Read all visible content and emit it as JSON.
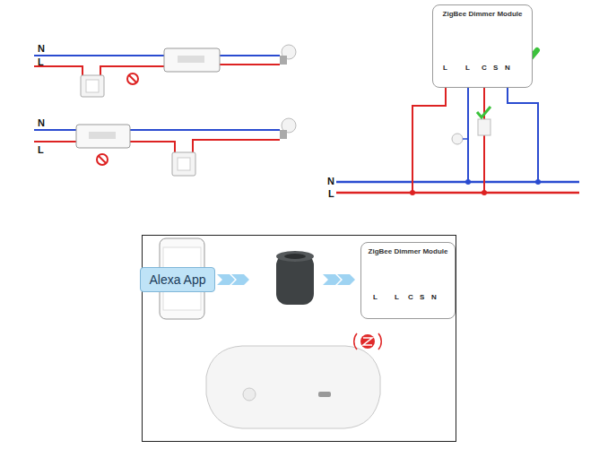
{
  "diagram": {
    "nodes": [
      {
        "text": [
          "ZigBee Dimmer Module"
        ]
      },
      {
        "text": [
          "Alexa App"
        ]
      },
      {
        "text": [
          "ZigBee Dimmer Module"
        ]
      }
    ],
    "labels": [
      "N",
      "L",
      "N",
      "L",
      "N",
      "L",
      "L",
      "L",
      "C",
      "S",
      "N",
      "L",
      "L",
      "C",
      "S",
      "N"
    ]
  }
}
